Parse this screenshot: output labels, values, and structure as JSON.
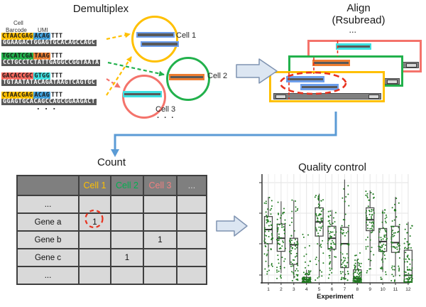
{
  "titles": {
    "demultiplex": "Demultiplex",
    "align_line1": "Align",
    "align_line2": "(Rsubread)",
    "count": "Count",
    "quality_control": "Quality control"
  },
  "colors": {
    "yellow": "#FFC000",
    "green": "#22B14C",
    "salmon": "#F4736B",
    "red_annotation": "#E8321E",
    "blue_bar": "#6D9EEB",
    "orange": "#ED7D31",
    "cyan": "#3EE0E0",
    "umi_blue": "#41A0DC",
    "dark_seq": "#595959",
    "genome_gray": "#808080",
    "connector_blue": "#5B9BD5",
    "block_arrow_fill": "#DCE6F2",
    "block_arrow_stroke": "#7F93B1",
    "table_header_bg": "#7F7F7F",
    "table_cell_bg": "#D9D9D9",
    "header_cell1": "#FFC000",
    "header_cell2": "#00B050",
    "header_cell3": "#F08080",
    "header_ellipsis": "#D9D9D9",
    "jitter_green": "#1f7a1f"
  },
  "demultiplex": {
    "col_labels": {
      "cell": "Cell",
      "barcode": "Barcode",
      "umi": "UMI"
    },
    "reads": [
      {
        "barcode": "CTAACGAG",
        "barcode_color": "#FFC000",
        "umi": "ACAG",
        "umi_color": "#41A0DC",
        "tail": "TTT",
        "cdna": "GGAAGACTGGAGTGCACAGCCAGC",
        "assigned_cell": "Cell 1"
      },
      {
        "barcode": "TGCATCGA",
        "barcode_color": "#22B14C",
        "umi": "TAAG",
        "umi_color": "#ED7D31",
        "tail": "TTT",
        "cdna": "CCTGCCTCTATTGAGGCCGGTAATA",
        "assigned_cell": "Cell 2"
      },
      {
        "barcode": "GACACCGC",
        "barcode_color": "#F4665C",
        "umi": "GTGG",
        "umi_color": "#3EE0E0",
        "tail": "TTT",
        "cdna": "TGTAATATACAGATAAGTCAGTGC",
        "assigned_cell": "Cell 3"
      },
      {
        "barcode": "CTAACGAG",
        "barcode_color": "#FFC000",
        "umi": "ACAG",
        "umi_color": "#41A0DC",
        "tail": "TTT",
        "cdna": "GGAGTGCACAGCCAGCGGAAGACT",
        "assigned_cell": "Cell 1"
      }
    ],
    "reads_ellipsis": ". . .",
    "cells": [
      {
        "label": "Cell 1",
        "circle_color": "#FFC000",
        "bar_color": "#6D9EEB",
        "bar_count": 2
      },
      {
        "label": "Cell 2",
        "circle_color": "#22B14C",
        "bar_color": "#ED7D31",
        "bar_count": 1
      },
      {
        "label": "Cell 3",
        "circle_color": "#F4736B",
        "bar_color": "#3EE0E0",
        "bar_count": 1
      }
    ],
    "cells_ellipsis": ". . ."
  },
  "align": {
    "ellipsis": "..."
  },
  "count_table": {
    "headers": [
      {
        "label": "",
        "color": "#FFFFFF"
      },
      {
        "label": "Cell 1",
        "color": "#FFC000"
      },
      {
        "label": "Cell 2",
        "color": "#00B050"
      },
      {
        "label": "Cell 3",
        "color": "#F08080"
      },
      {
        "label": "...",
        "color": "#D9D9D9"
      }
    ],
    "rows": [
      {
        "label": "...",
        "values": [
          "",
          "",
          "",
          ""
        ]
      },
      {
        "label": "Gene a",
        "values": [
          "1",
          "",
          "",
          ""
        ],
        "circled_col": 0
      },
      {
        "label": "Gene b",
        "values": [
          "",
          "",
          "1",
          ""
        ]
      },
      {
        "label": "Gene c",
        "values": [
          "",
          "1",
          "",
          ""
        ]
      },
      {
        "label": "...",
        "values": [
          "",
          "",
          "",
          ""
        ]
      }
    ]
  },
  "chart_data": {
    "type": "boxplot",
    "title": "Quality control",
    "xlabel": "Experiment",
    "categories": [
      "1",
      "2",
      "3",
      "4",
      "5",
      "6",
      "7",
      "8",
      "9",
      "10",
      "11",
      "12"
    ],
    "y_axis": {
      "tick_labels_visible": false,
      "range": [
        0,
        1
      ],
      "gridlines": 4
    },
    "style": "boxplot-with-green-jitter-points",
    "boxes": [
      {
        "whisker_low": 0.14,
        "q1": 0.36,
        "median": 0.49,
        "q3": 0.61,
        "whisker_high": 0.79
      },
      {
        "whisker_low": 0.09,
        "q1": 0.29,
        "median": 0.41,
        "q3": 0.54,
        "whisker_high": 0.75
      },
      {
        "whisker_low": 0.04,
        "q1": 0.17,
        "median": 0.35,
        "q3": 0.41,
        "whisker_high": 0.76
      },
      {
        "whisker_low": 0.0,
        "q1": 0.0,
        "median": 0.03,
        "q3": 0.05,
        "whisker_high": 0.12
      },
      {
        "whisker_low": 0.06,
        "q1": 0.43,
        "median": 0.56,
        "q3": 0.69,
        "whisker_high": 0.82
      },
      {
        "whisker_low": 0.12,
        "q1": 0.31,
        "median": 0.41,
        "q3": 0.52,
        "whisker_high": 0.67
      },
      {
        "whisker_low": 0.03,
        "q1": 0.14,
        "median": 0.36,
        "q3": 0.51,
        "whisker_high": 0.95
      },
      {
        "whisker_low": 0.0,
        "q1": 0.02,
        "median": 0.04,
        "q3": 0.12,
        "whisker_high": 0.22
      },
      {
        "whisker_low": 0.15,
        "q1": 0.48,
        "median": 0.58,
        "q3": 0.69,
        "whisker_high": 0.85
      },
      {
        "whisker_low": 0.1,
        "q1": 0.29,
        "median": 0.38,
        "q3": 0.5,
        "whisker_high": 0.67
      },
      {
        "whisker_low": 0.06,
        "q1": 0.28,
        "median": 0.37,
        "q3": 0.52,
        "whisker_high": 0.79
      },
      {
        "whisker_low": 0.0,
        "q1": 0.01,
        "median": 0.07,
        "q3": 0.3,
        "whisker_high": 0.56
      }
    ]
  }
}
